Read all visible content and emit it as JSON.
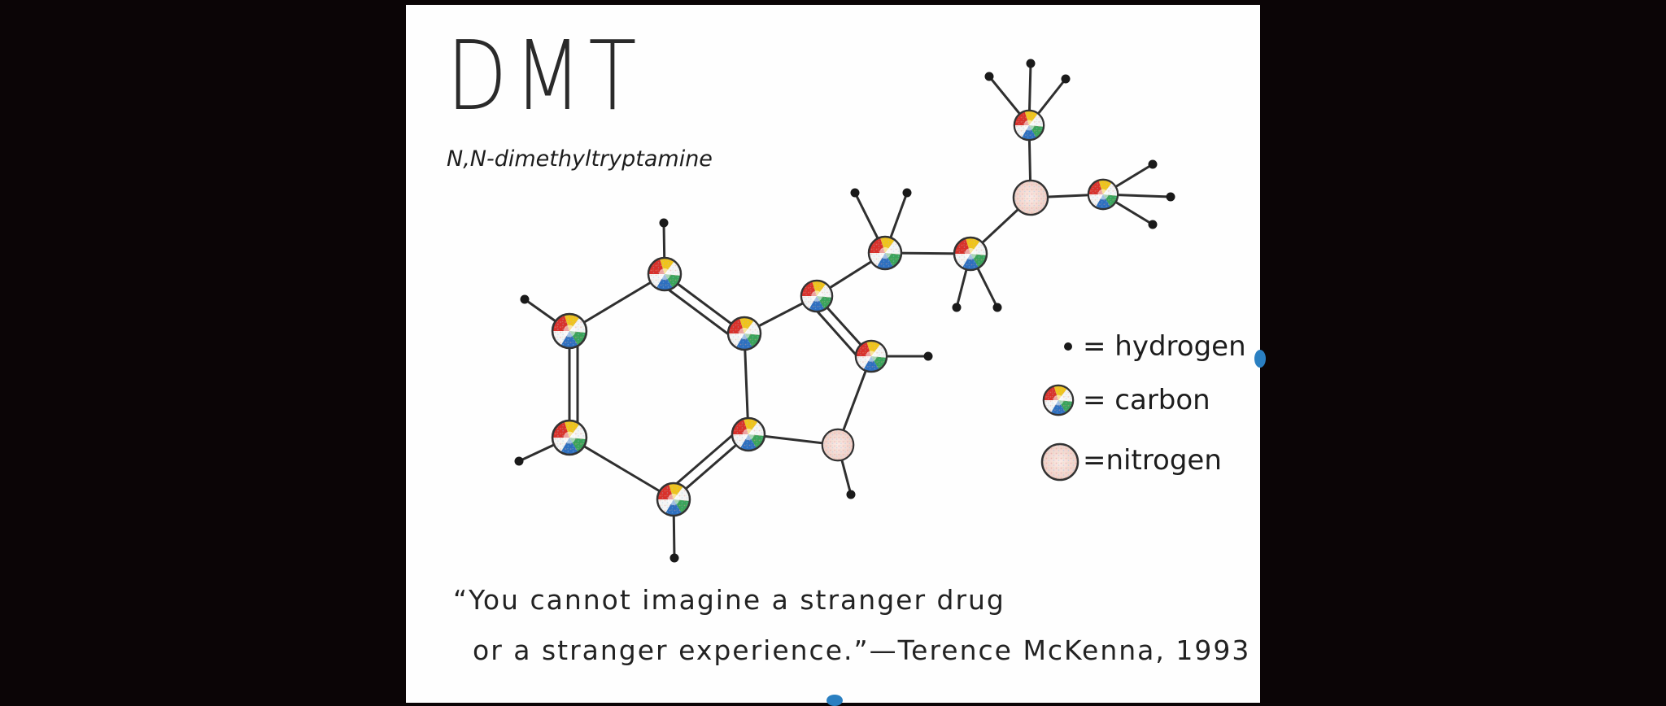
{
  "title": "DMT",
  "subtitle": "N,N-dimethyltryptamine",
  "legend": {
    "hydrogen": "= hydrogen",
    "carbon": "= carbon",
    "nitrogen": "=nitrogen"
  },
  "quote": {
    "line1": "“You cannot imagine a stranger drug",
    "line2": "or a stranger experience.”—Terence McKenna, 1993"
  },
  "colors": {
    "background": "#0b0506",
    "paper": "#fefefe",
    "bond": "#2f2f2f",
    "hydrogen": "#1a1a1a",
    "nitrogen": "#f4d7cf",
    "carbon_red": "#d8312b",
    "carbon_green": "#3aa35a",
    "carbon_blue": "#2e6fbf",
    "carbon_yellow": "#f0c419"
  },
  "atoms": [
    {
      "id": "C1",
      "element": "carbon"
    },
    {
      "id": "C2",
      "element": "carbon"
    },
    {
      "id": "C3",
      "element": "carbon"
    },
    {
      "id": "C4",
      "element": "carbon"
    },
    {
      "id": "C5",
      "element": "carbon"
    },
    {
      "id": "C6",
      "element": "carbon"
    },
    {
      "id": "C7",
      "element": "carbon"
    },
    {
      "id": "C8",
      "element": "carbon"
    },
    {
      "id": "N1",
      "element": "nitrogen"
    },
    {
      "id": "C9",
      "element": "carbon"
    },
    {
      "id": "C10",
      "element": "carbon"
    },
    {
      "id": "N2",
      "element": "nitrogen"
    },
    {
      "id": "C11",
      "element": "carbon"
    },
    {
      "id": "C12",
      "element": "carbon"
    }
  ]
}
